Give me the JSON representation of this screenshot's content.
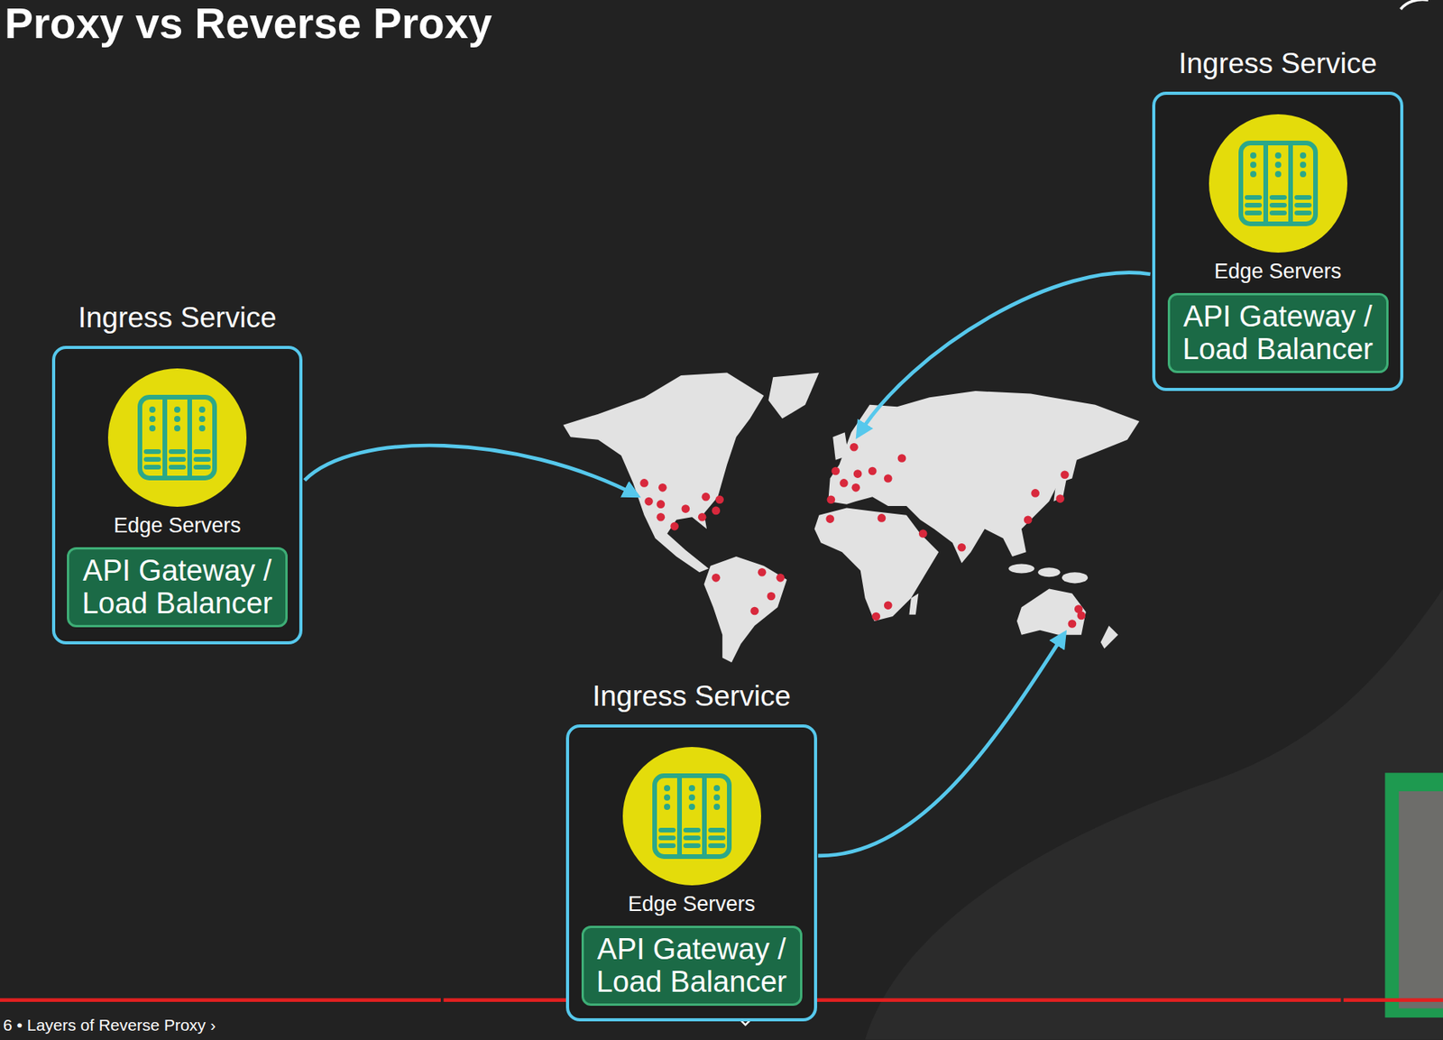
{
  "diagram": {
    "title": "Proxy vs Reverse Proxy",
    "nodes": [
      {
        "text": [
          "Ingress Service"
        ]
      },
      {
        "text": [
          "Edge Servers"
        ],
        "in": 0
      },
      {
        "text": [
          "API Gateway / Load Balancer"
        ],
        "in": 0
      },
      {
        "text": [
          "Ingress Service"
        ]
      },
      {
        "text": [
          "Edge Servers"
        ],
        "in": 3
      },
      {
        "text": [
          "API Gateway / Load Balancer"
        ],
        "in": 3
      },
      {
        "text": [
          "Ingress Service"
        ]
      },
      {
        "text": [
          "Edge Servers"
        ],
        "in": 6
      },
      {
        "text": [
          "API Gateway / Load Balancer"
        ],
        "in": 6
      }
    ],
    "labels": [
      "6 • Layers of Reverse Proxy ›"
    ]
  }
}
